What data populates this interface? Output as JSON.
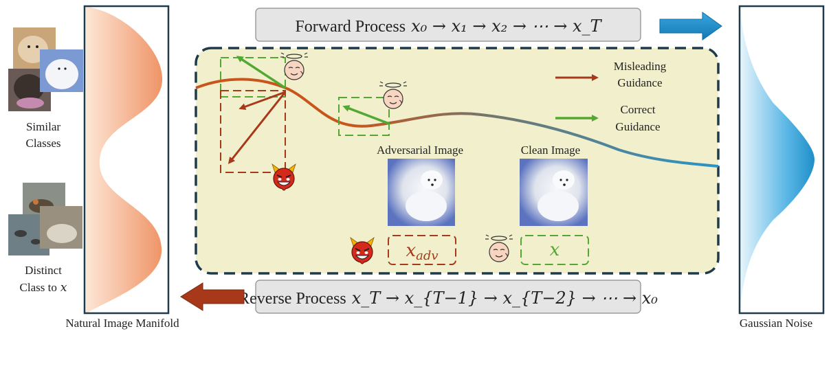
{
  "forward": {
    "label": "Forward Process",
    "formula": "x₀ → x₁ → x₂ → ⋯ → x_T"
  },
  "reverse": {
    "label": "Reverse Process",
    "formula": "x_T → x_{T−1} → x_{T−2} → ⋯ → x₀"
  },
  "left_panel": {
    "caption": "Natural Image Manifold"
  },
  "right_panel": {
    "caption": "Gaussian Noise"
  },
  "similar": {
    "line1": "Similar",
    "line2": "Classes"
  },
  "distinct": {
    "line1": "Distinct",
    "line2": "Class to",
    "var": "x"
  },
  "legend": {
    "misleading": {
      "line1": "Misleading",
      "line2": "Guidance"
    },
    "correct": {
      "line1": "Correct",
      "line2": "Guidance"
    }
  },
  "adversarial": {
    "label": "Adversarial Image",
    "var_base": "x",
    "var_sub": "adv"
  },
  "clean": {
    "label": "Clean Image",
    "var": "x"
  },
  "colors": {
    "misleading": "#a8381a",
    "correct": "#52a832",
    "manifold": "#f0a27c",
    "noise": "#1f8fc9",
    "panel_bg": "#f2f0cc",
    "panel_border": "#1f3a4a"
  },
  "icons": [
    "angel-face-icon",
    "devil-face-icon",
    "dog-photo-icon",
    "bird-photo-icon",
    "arrow-right-icon",
    "arrow-left-icon"
  ]
}
